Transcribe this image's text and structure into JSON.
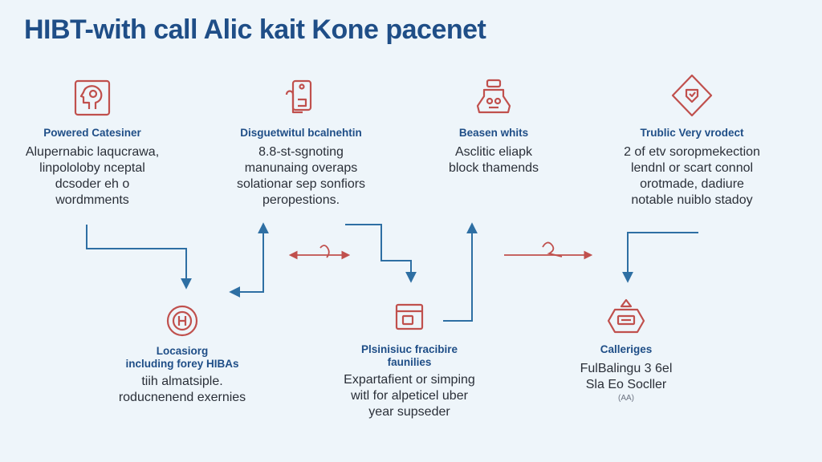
{
  "title": "HIBT-with call Alic kait Kone pacenet",
  "colors": {
    "heading": "#1f4e87",
    "text": "#2a2f38",
    "icon": "#c0504d",
    "arrow_blue": "#2e6fa3",
    "arrow_red": "#c0504d",
    "background": "#eef5fa"
  },
  "nodes": [
    {
      "id": "node-1",
      "icon": "head-profile-icon",
      "heading": "Powered Catesiner",
      "lines": [
        "Alupernabic laqucrawa,",
        "linpololoby nceptal",
        "dcsoder eh o",
        "wordmments"
      ]
    },
    {
      "id": "node-2",
      "icon": "hand-device-icon",
      "heading": "Disguetwitul bcalnehtin",
      "lines": [
        "8.8-st-sgnoting",
        "manunaing overaps",
        "solationar sep sonfiors",
        "peropestions."
      ]
    },
    {
      "id": "node-3",
      "icon": "robot-badge-icon",
      "heading": "Beasen whits",
      "lines": [
        "Asclitic eliapk",
        "block thamends"
      ]
    },
    {
      "id": "node-4",
      "icon": "diamond-shield-icon",
      "heading": "Trublic Very vrodect",
      "lines": [
        "2 of etv soropmekection",
        "lendnl or scart connol",
        "orotmade, dadiure",
        "notable nuiblo stadoy"
      ]
    },
    {
      "id": "node-5",
      "icon": "target-icon",
      "heading": "Locasiorg",
      "subheading": "including forey HIBAs",
      "lines": [
        "tiih almatsiple.",
        "roducnenend exernies"
      ]
    },
    {
      "id": "node-6",
      "icon": "wallet-card-icon",
      "heading": "Plsinisiuc fracibire",
      "subheading": "faunilies",
      "lines": [
        "Expartafient or simping",
        "witl for alpeticel uber",
        "year supseder"
      ]
    },
    {
      "id": "node-7",
      "icon": "network-device-icon",
      "heading": "Calleriges",
      "lines": [
        "FulBalingu 3 6el",
        "Sla Eo Socller"
      ],
      "note": "(AA)"
    }
  ]
}
